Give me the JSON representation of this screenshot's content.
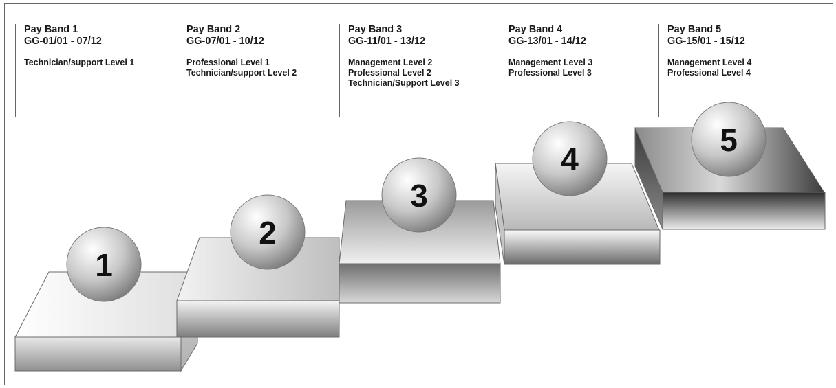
{
  "bands": [
    {
      "title": "Pay Band 1",
      "grade": "GG-01/01 - 07/12",
      "levels": [
        "Technician/support  Level 1"
      ],
      "number": "1"
    },
    {
      "title": "Pay Band 2",
      "grade": "GG-07/01 - 10/12",
      "levels": [
        "Professional Level 1",
        "Technician/support  Level 2"
      ],
      "number": "2"
    },
    {
      "title": "Pay Band 3",
      "grade": "GG-11/01 - 13/12",
      "levels": [
        "Management Level 2",
        "Professional Level 2",
        "Technician/Support  Level 3"
      ],
      "number": "3"
    },
    {
      "title": "Pay Band 4",
      "grade": "GG-13/01 - 14/12",
      "levels": [
        "Management Level 3",
        "Professional Level 3"
      ],
      "number": "4"
    },
    {
      "title": "Pay Band 5",
      "grade": "GG-15/01 - 15/12",
      "levels": [
        "Management Level 4",
        "Professional Level 4"
      ],
      "number": "5"
    }
  ]
}
